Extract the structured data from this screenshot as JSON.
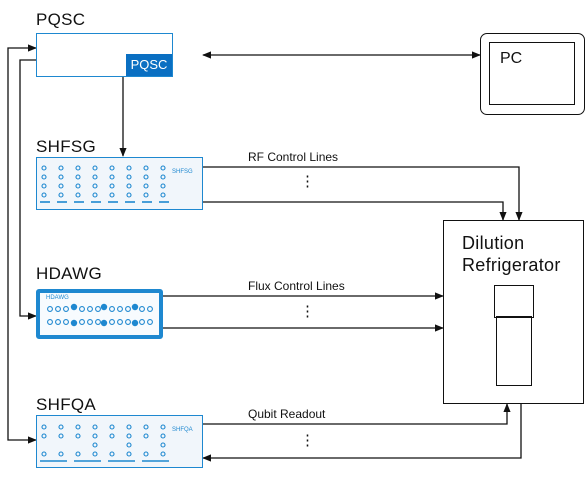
{
  "devices": {
    "pqsc": {
      "title": "PQSC",
      "badge": "PQSC"
    },
    "shfsg": {
      "title": "SHFSG",
      "panel_text": "SHFSG"
    },
    "hdawg": {
      "title": "HDAWG",
      "panel_text": "HDAWG"
    },
    "shfqa": {
      "title": "SHFQA",
      "panel_text": "SHFQA"
    },
    "pc": {
      "title": "PC"
    },
    "fridge": {
      "title_line1": "Dilution",
      "title_line2": "Refrigerator"
    }
  },
  "connections": {
    "rf": "RF Control Lines",
    "flux": "Flux Control Lines",
    "readout": "Qubit Readout",
    "ellipsis": "⋮"
  },
  "colors": {
    "accent_blue": "#1e88d0",
    "badge_blue": "#0a6fc2",
    "panel_fill": "#f1f6fb",
    "line": "#111111"
  }
}
